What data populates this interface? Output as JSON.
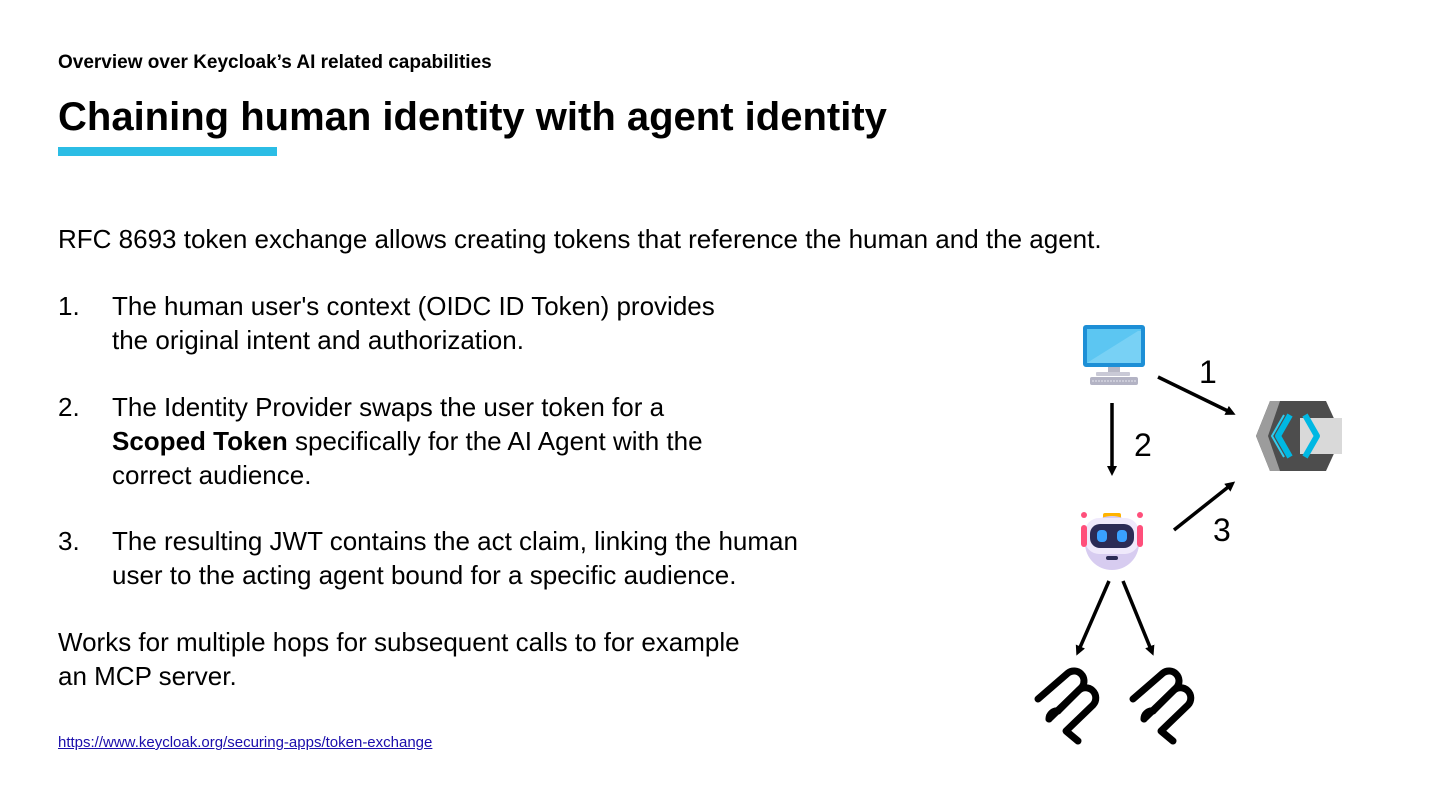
{
  "header": {
    "subtitle": "Overview over Keycloak’s AI related capabilities",
    "title": "Chaining human identity with agent identity"
  },
  "colors": {
    "accent": "#2bbde5",
    "link": "#1a0dab"
  },
  "intro": "RFC 8693 token exchange allows creating tokens that reference the human and the agent.",
  "list": [
    {
      "number": "1.",
      "lines": [
        "The human user's context (OIDC ID Token) provides",
        "the original intent and authorization."
      ]
    },
    {
      "number": "2.",
      "line1": "The Identity Provider swaps the user token for a",
      "line2_bold": "Scoped Token",
      "line2_rest": " specifically for the AI Agent with the",
      "line3": "correct audience."
    },
    {
      "number": "3.",
      "lines": [
        "The resulting JWT contains the act claim, linking the human",
        "user to the acting agent bound for a specific audience."
      ]
    }
  ],
  "works": [
    "Works for multiple hops for subsequent calls to for example",
    "an MCP server."
  ],
  "link": "https://www.keycloak.org/securing-apps/token-exchange",
  "diagram": {
    "labels": [
      "1",
      "2",
      "3"
    ],
    "icons": [
      "computer-icon",
      "robot-icon",
      "keycloak-logo-icon",
      "mcp-icon"
    ]
  }
}
